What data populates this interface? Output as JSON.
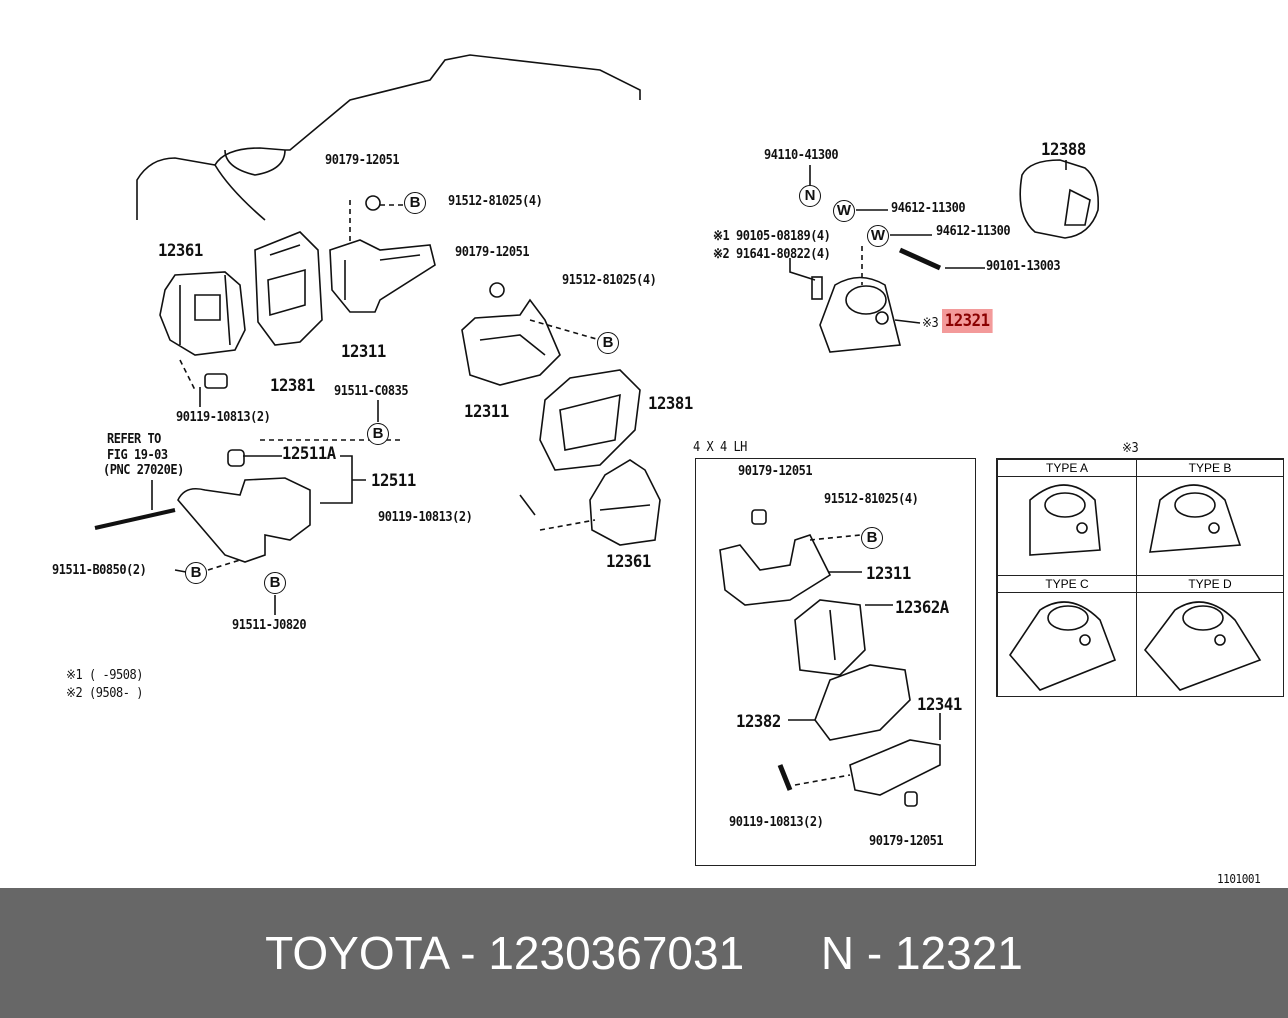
{
  "labels": {
    "p90179a": "90179-12051",
    "p91512a": "91512-81025(4)",
    "p12361a": "12361",
    "p12381a": "12381",
    "p12311a": "12311",
    "p90179b": "90179-12051",
    "p91512b": "91512-81025(4)",
    "p12311b": "12311",
    "p12381b": "12381",
    "p91511c": "91511-C0835",
    "p90119a": "90119-10813(2)",
    "refer1": "REFER TO",
    "refer2": "FIG 19-03",
    "refer3": "(PNC 27020E)",
    "p12511a": "12511A",
    "p12511": "12511",
    "p90119b": "90119-10813(2)",
    "p12361b": "12361",
    "p91511b": "91511-B0850(2)",
    "p91511j": "91511-J0820",
    "note1": "※1 (      -9508)",
    "note2": "※2 (9508-      )",
    "p94110": "94110-41300",
    "p94612a": "94612-11300",
    "p94612b": "94612-11300",
    "p90105": "※1 90105-08189(4)",
    "p91641": "※2 91641-80822(4)",
    "p90101": "90101-13003",
    "p12388": "12388",
    "mark3": "※3",
    "p12321": "12321",
    "inset_title": "4 X 4 LH",
    "i90179a": "90179-12051",
    "i91512": "91512-81025(4)",
    "i12311": "12311",
    "i12362a": "12362A",
    "i12382": "12382",
    "i12341": "12341",
    "i90119": "90119-10813(2)",
    "i90179b": "90179-12051",
    "types_mark": "※3",
    "figure_id": "1101001"
  },
  "symbols": {
    "B": "B",
    "N": "N",
    "W": "W"
  },
  "types": [
    "TYPE A",
    "TYPE B",
    "TYPE C",
    "TYPE D"
  ],
  "footer": {
    "brand_part": "TOYOTA - 1230367031",
    "ref": "N - 12321"
  },
  "colors": {
    "highlight": "#f39a9a",
    "footer_bg": "#676767"
  }
}
